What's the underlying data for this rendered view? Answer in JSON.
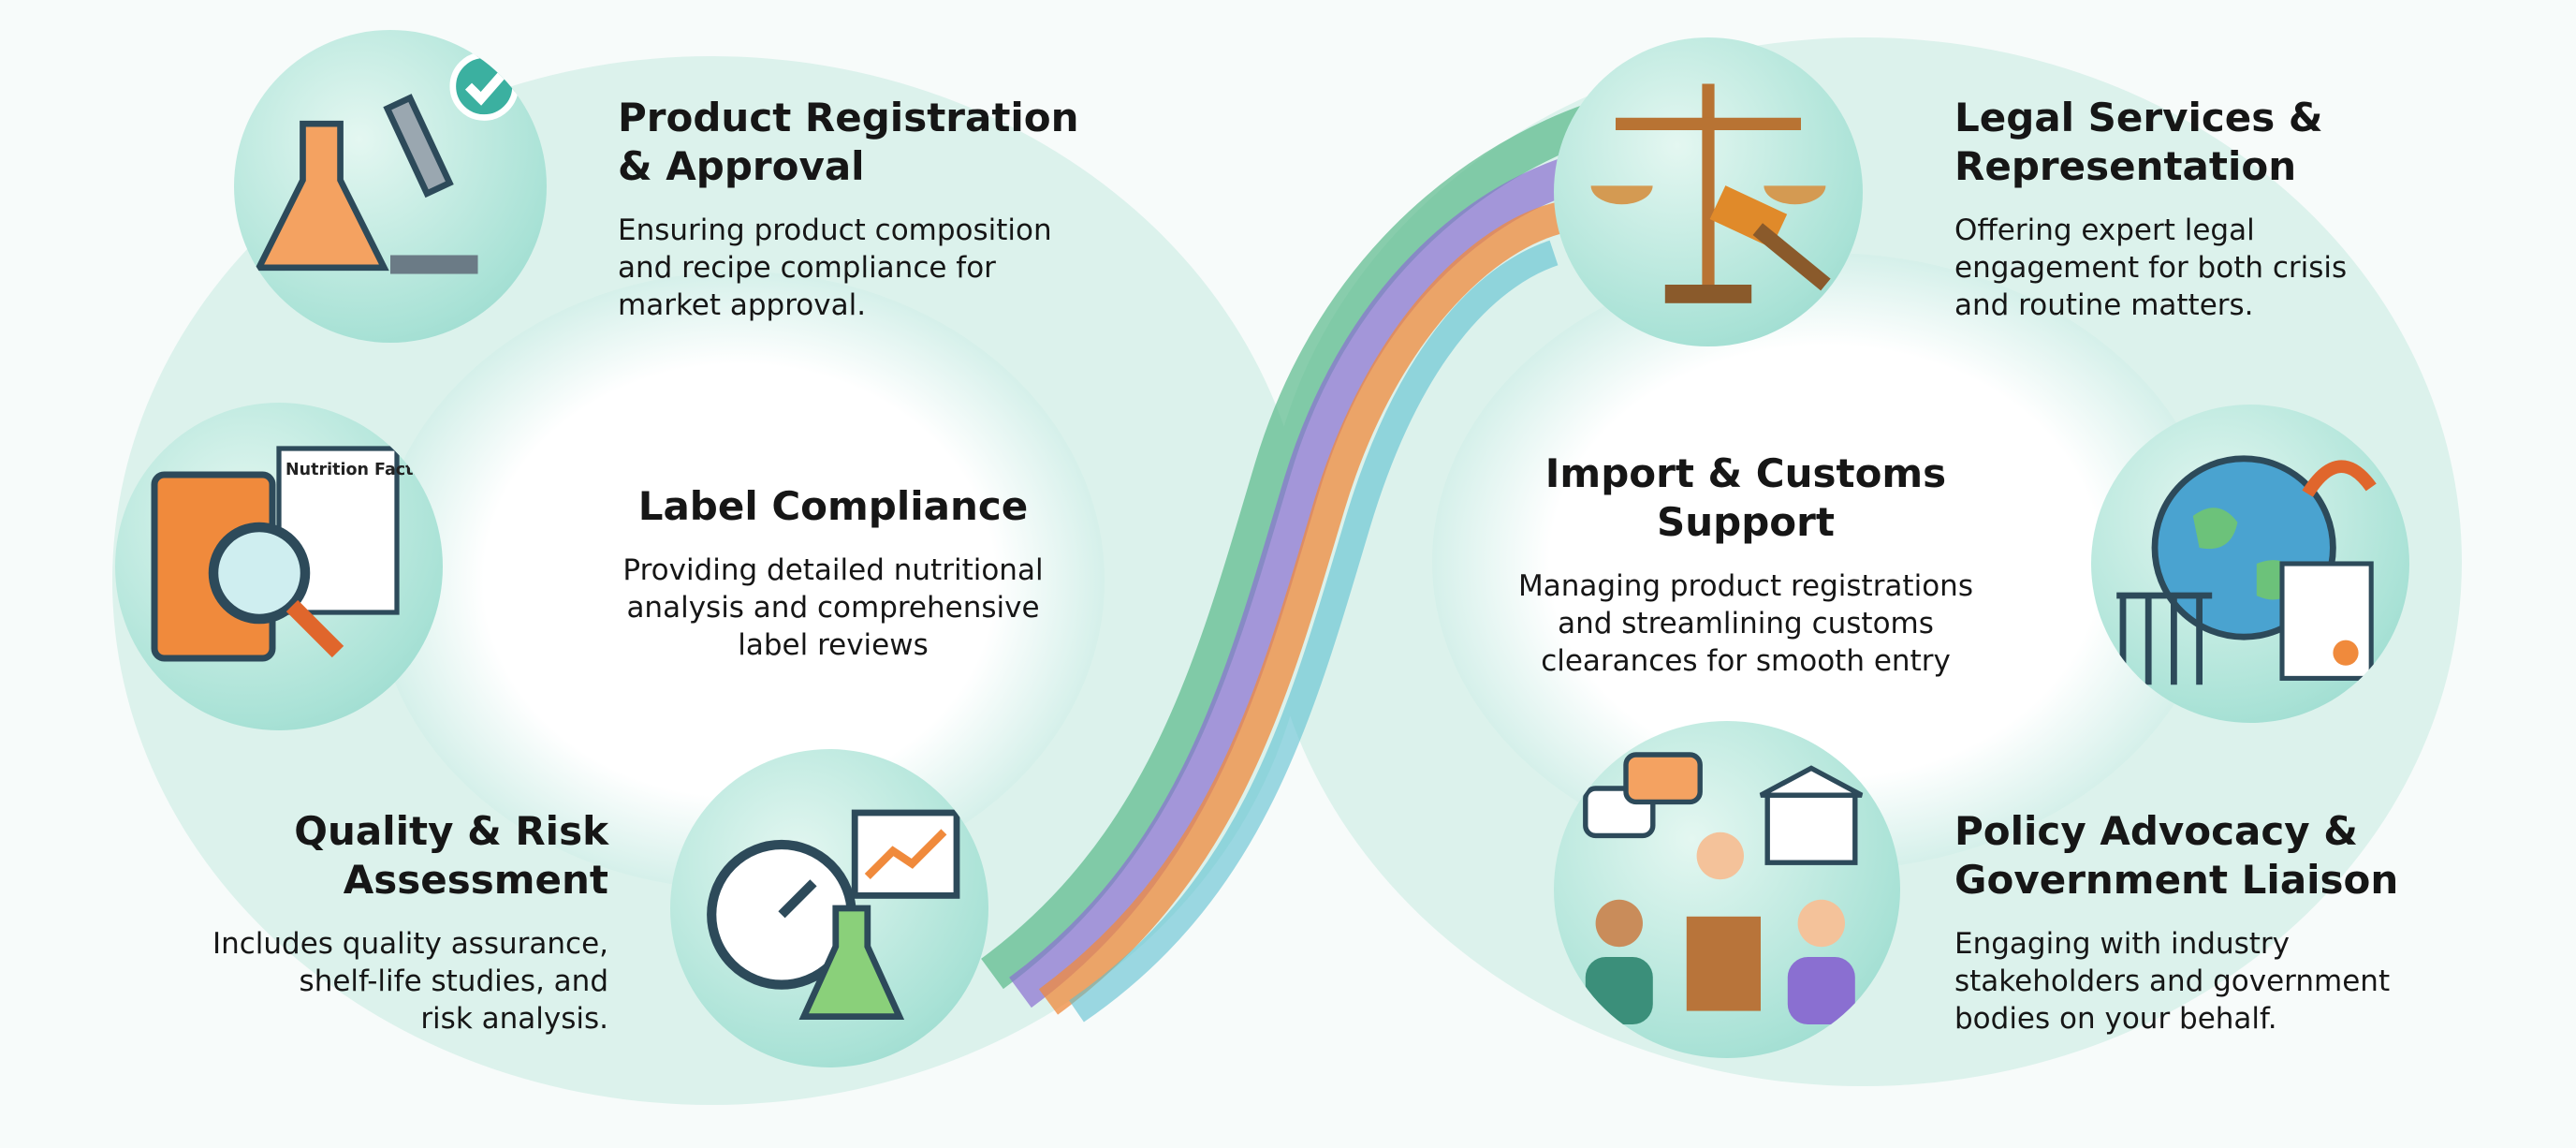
{
  "colors": {
    "teal": "#8fd3c8",
    "orange": "#f08a3c",
    "purple": "#8a6fd1",
    "green": "#58b98a",
    "text": "#161616"
  },
  "services": [
    {
      "title_line1": "Product Registration",
      "title_line2": "& Approval",
      "desc": [
        "Ensuring product composition",
        "and recipe compliance for",
        "market approval."
      ],
      "icon": "lab-microscope-checkmark-icon"
    },
    {
      "title_line1": "Label Compliance",
      "title_line2": "",
      "desc": [
        "Providing detailed nutritional",
        "analysis and comprehensive",
        "label reviews"
      ],
      "icon": "label-magnifier-icon",
      "icon_text": "Nutrition Facts"
    },
    {
      "title_line1": "Quality & Risk",
      "title_line2": "Assessment",
      "desc": [
        "Includes quality assurance,",
        "shelf-life studies, and",
        "risk analysis."
      ],
      "icon": "stopwatch-flask-chart-icon"
    },
    {
      "title_line1": "Legal Services &",
      "title_line2": "Representation",
      "desc": [
        "Offering expert legal",
        "engagement for both crisis",
        "and routine matters."
      ],
      "icon": "scales-gavel-icon"
    },
    {
      "title_line1": "Import & Customs",
      "title_line2": "Support",
      "desc": [
        "Managing product registrations",
        "and streamlining customs",
        "clearances for smooth entry"
      ],
      "icon": "globe-document-gate-icon"
    },
    {
      "title_line1": "Policy Advocacy &",
      "title_line2": "Government Liaison",
      "desc": [
        "Engaging with industry",
        "stakeholders and government",
        "bodies on your behalf."
      ],
      "icon": "podium-people-government-icon"
    }
  ]
}
